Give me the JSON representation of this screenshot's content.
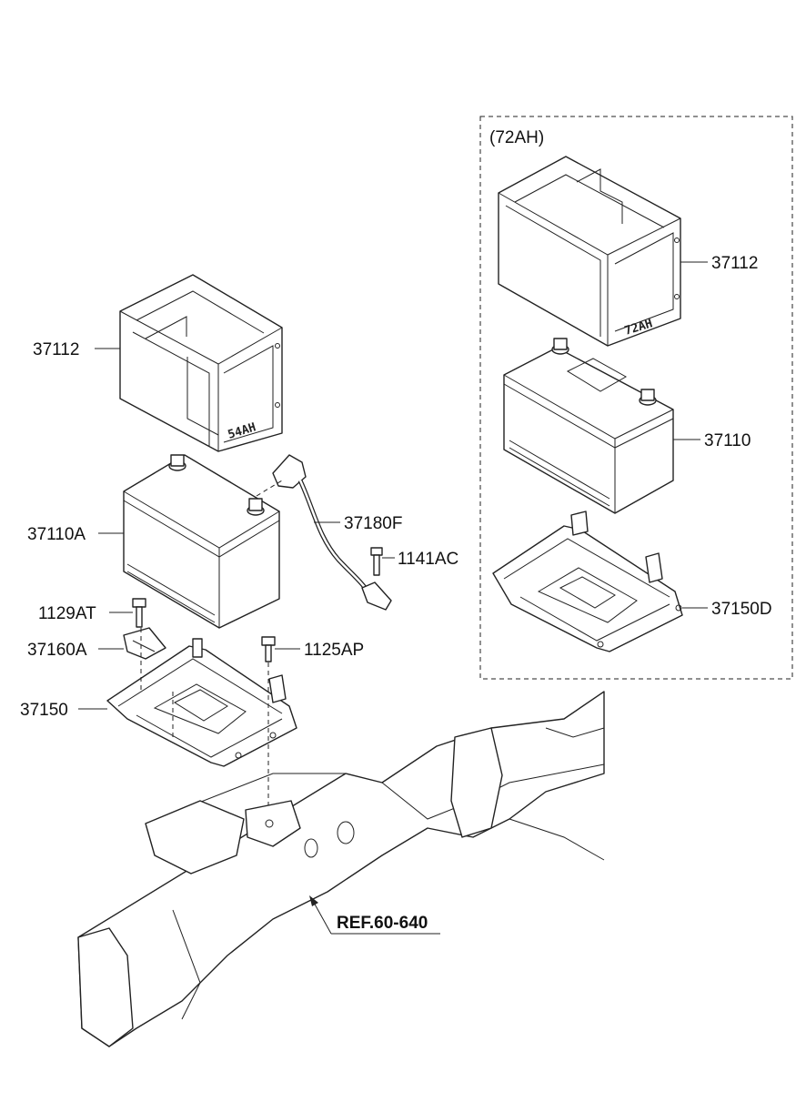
{
  "variant_box": {
    "title": "(72AH)"
  },
  "battery_54": {
    "stencil": "54AH"
  },
  "battery_72": {
    "stencil": "72AH"
  },
  "labels": {
    "cover_left": "37112",
    "battery_left": "37110A",
    "cable": "37180F",
    "bolt_1141": "1141AC",
    "bolt_1129": "1129AT",
    "clamp": "37160A",
    "bolt_1125": "1125AP",
    "tray_left": "37150",
    "cover_right": "37112",
    "battery_right": "37110",
    "tray_right": "37150D",
    "reference": "REF.60-640"
  },
  "colors": {
    "line": "#222222",
    "background": "#ffffff"
  }
}
